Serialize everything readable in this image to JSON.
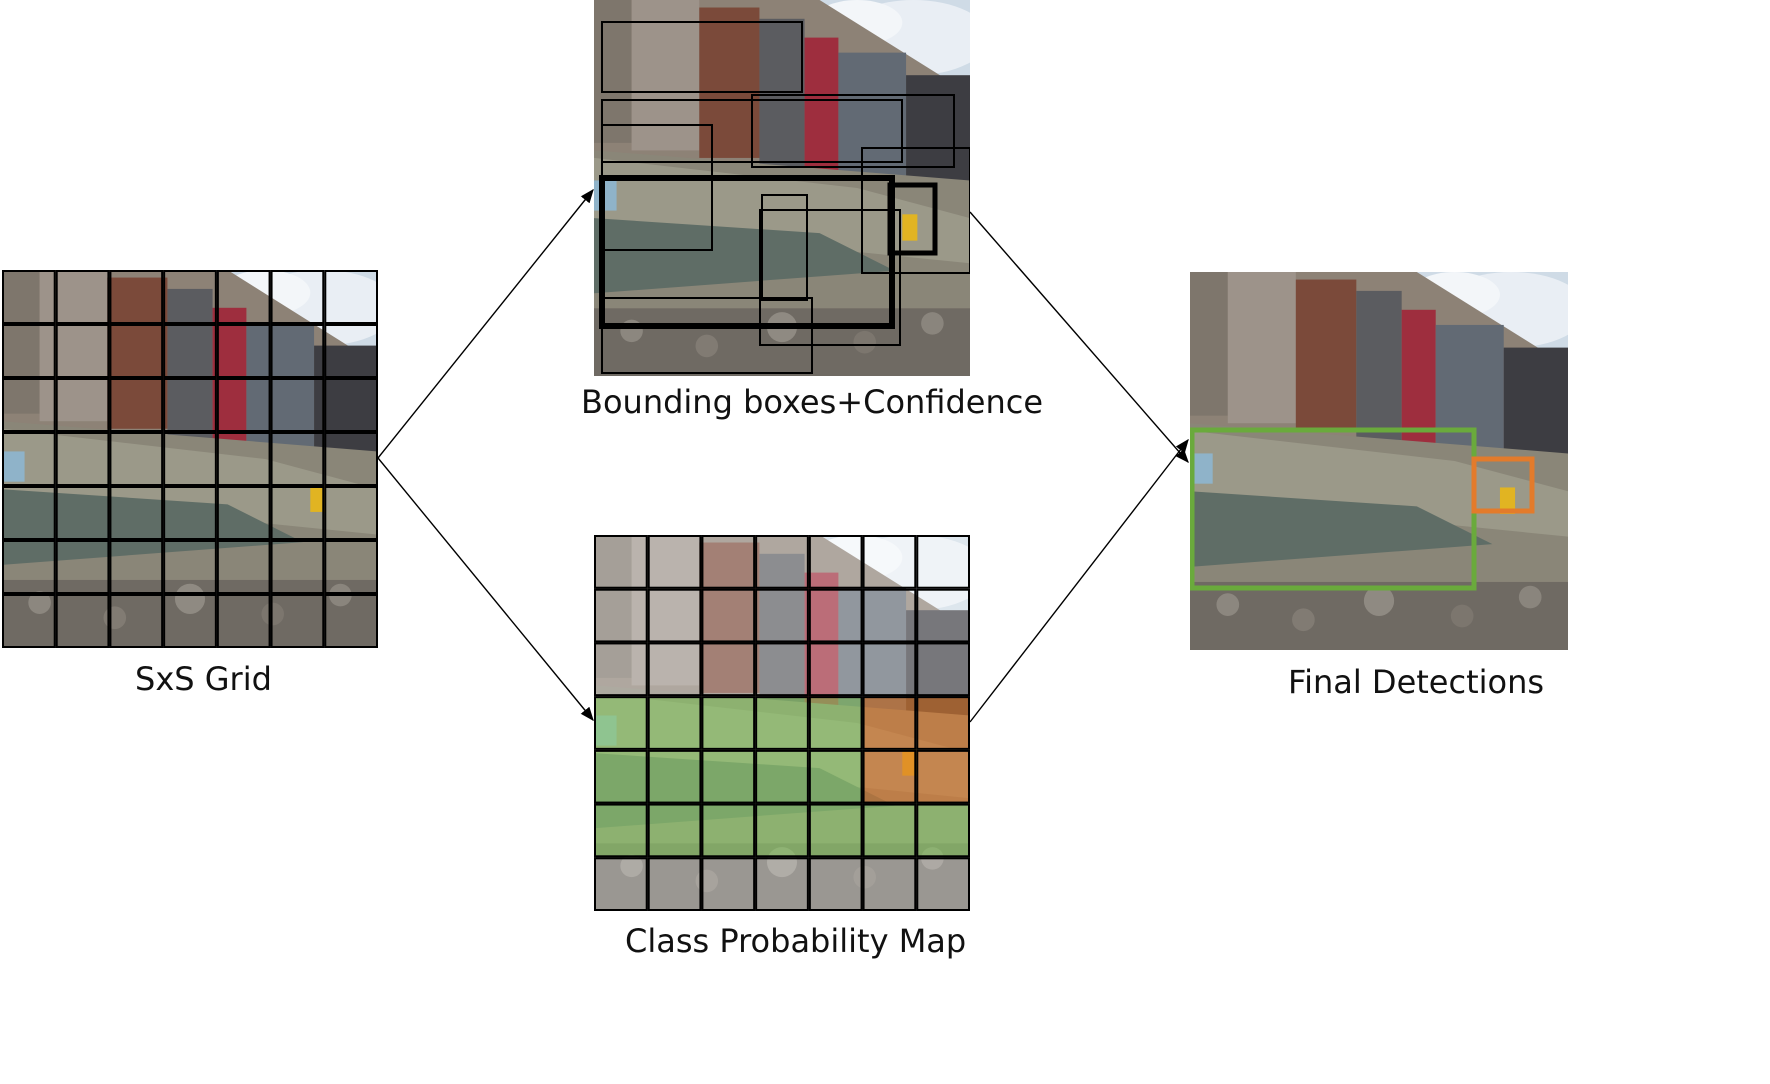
{
  "captions": {
    "grid": "SxS Grid",
    "boxes": "Bounding boxes+Confidence",
    "classmap": "Class Probability Map",
    "final": "Final Detections"
  },
  "colors": {
    "class_green": "#8fce6a",
    "class_orange": "#e07a2a",
    "detection_green": "#6aaa3c",
    "detection_orange": "#e37b2b",
    "grid_line": "#000000"
  },
  "grid": {
    "rows": 7,
    "cols": 7
  },
  "class_map": {
    "green_cells": [
      [
        3,
        0
      ],
      [
        3,
        1
      ],
      [
        3,
        2
      ],
      [
        3,
        3
      ],
      [
        3,
        4
      ],
      [
        4,
        0
      ],
      [
        4,
        1
      ],
      [
        4,
        2
      ],
      [
        4,
        3
      ],
      [
        4,
        4
      ],
      [
        5,
        0
      ],
      [
        5,
        1
      ],
      [
        5,
        2
      ],
      [
        5,
        3
      ],
      [
        5,
        4
      ],
      [
        5,
        5
      ],
      [
        5,
        6
      ]
    ],
    "orange_cells": [
      [
        3,
        5
      ],
      [
        3,
        6
      ],
      [
        4,
        5
      ],
      [
        4,
        6
      ]
    ]
  }
}
